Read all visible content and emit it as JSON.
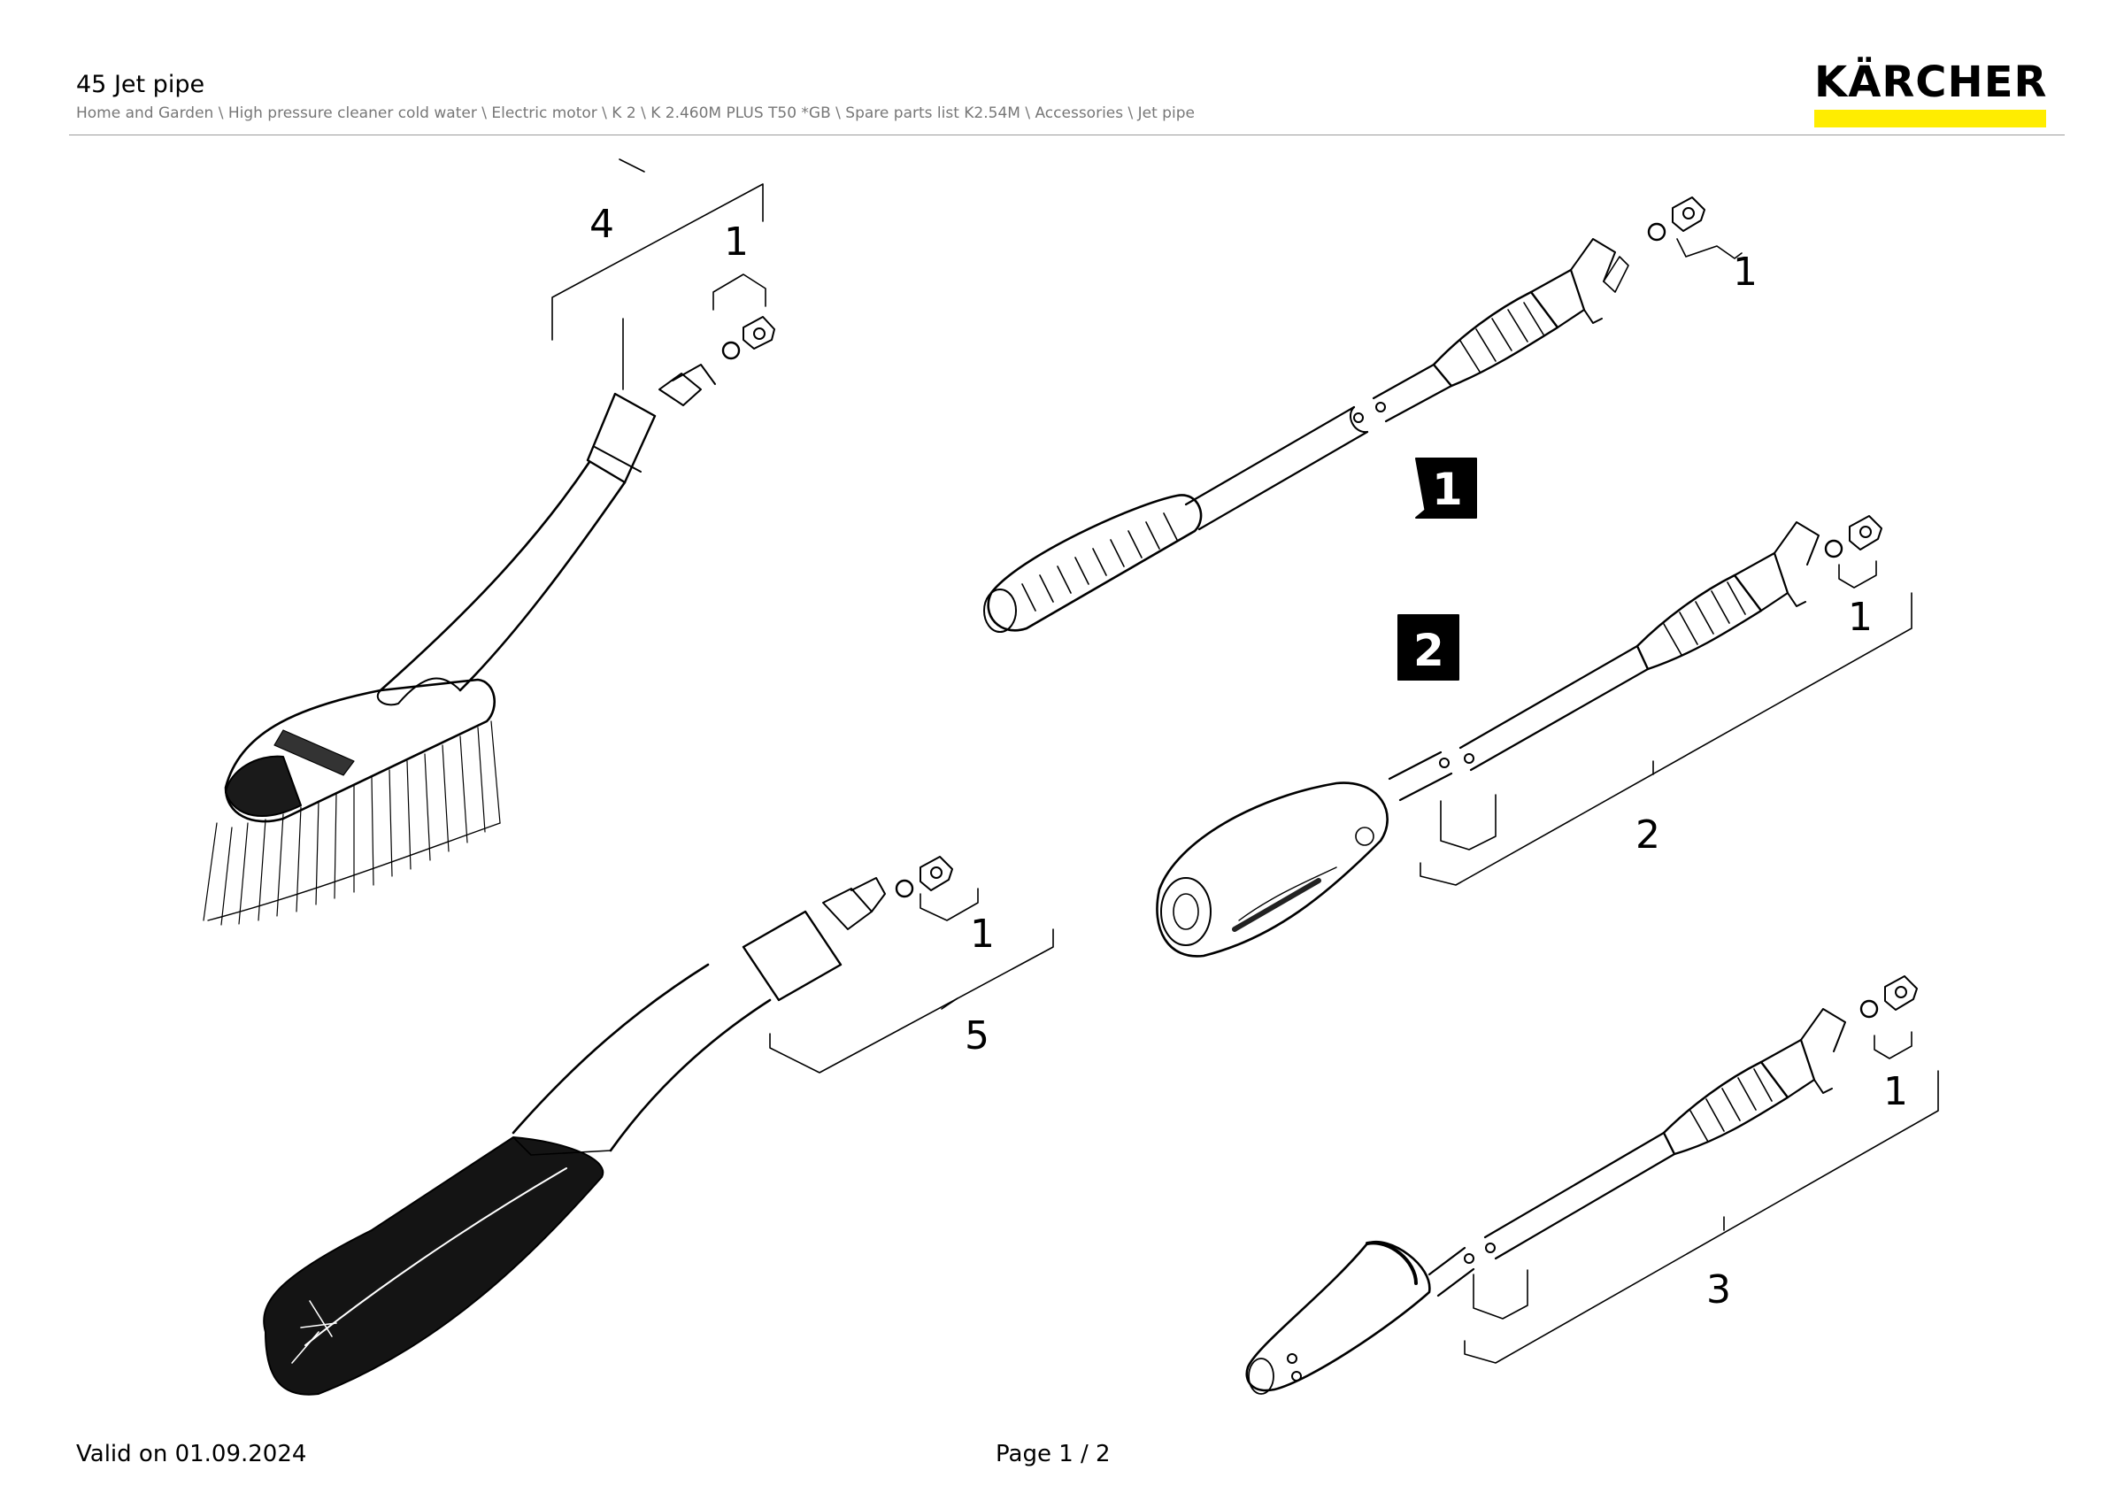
{
  "header": {
    "title": "45 Jet pipe",
    "breadcrumb": "Home and Garden \\ High pressure cleaner cold water \\ Electric motor \\ K 2 \\ K 2.460M PLUS T50 *GB \\ Spare parts list K2.54M \\ Accessories \\ Jet pipe"
  },
  "logo": {
    "text": "KÄRCHER",
    "bar_color": "#ffed00"
  },
  "diagram": {
    "callouts": {
      "c4": "4",
      "c1a": "1",
      "c1b": "1",
      "c1c": "1",
      "c1d": "1",
      "c5": "5",
      "c2": "2",
      "c1e": "1",
      "c3": "3"
    },
    "markers": {
      "m1": "1",
      "m2": "2"
    }
  },
  "footer": {
    "valid": "Valid on 01.09.2024",
    "page": "Page 1 / 2"
  }
}
